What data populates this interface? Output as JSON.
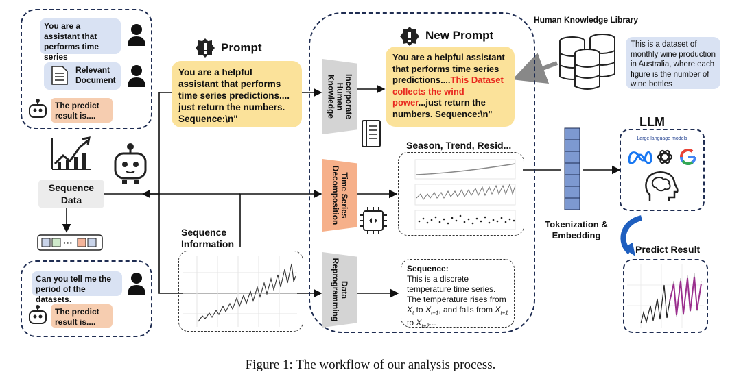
{
  "figure": {
    "caption": "Figure 1: The workflow of our analysis process."
  },
  "left_top": {
    "user_bubble": "You are a assistant that performs time series predictions....",
    "doc_label": "Relevant Document",
    "bot_bubble": "The predict result is...."
  },
  "sequence_data": {
    "label": "Sequence Data"
  },
  "left_bottom": {
    "user_bubble": "Can you tell me the period of the datasets.",
    "bot_bubble": "The predict result is...."
  },
  "prompt": {
    "title": "Prompt",
    "text": "You are a helpful assistant that performs time series predictions.... just return the numbers. Sequence:\\n\""
  },
  "sequence_information": {
    "label": "Sequence Information"
  },
  "center": {
    "incorporate_label": "Incorporate\nHuman\nKnowledge",
    "decomposition_label": "Time Series\nDecomposition",
    "reprogramming_label": "Data\nReprogramming",
    "new_prompt_title": "New Prompt",
    "new_prompt_part1": "You are a helpful assistant that performs time series predictions....",
    "new_prompt_red": "This Dataset collects the wind power",
    "new_prompt_part2": "...just return the numbers. Sequence:\\n\"",
    "decomp_title": "Season, Trend, Resid...",
    "sequence_title": "Sequence:",
    "sequence_text": "This is a discrete temperature time series. The temperature rises from"
  },
  "knowledge": {
    "title": "Human Knowledge Library",
    "text": "This is a dataset of monthly wine production in Australia, where each figure is the number of wine bottles"
  },
  "llm": {
    "title": "LLM",
    "subtitle": "Large language models"
  },
  "tokenization": {
    "label": "Tokenization & Embedding"
  },
  "predict": {
    "label": "Predict Result"
  },
  "colors": {
    "navy": "#1f2d52",
    "prompt_yellow": "#fbe29a",
    "bubble_blue": "#d9e2f3",
    "bubble_orange": "#f6cdb0",
    "token_blue": "#7d99d1",
    "highlight_red": "#e8281e",
    "forecast_purple": "#9b2f8e"
  }
}
